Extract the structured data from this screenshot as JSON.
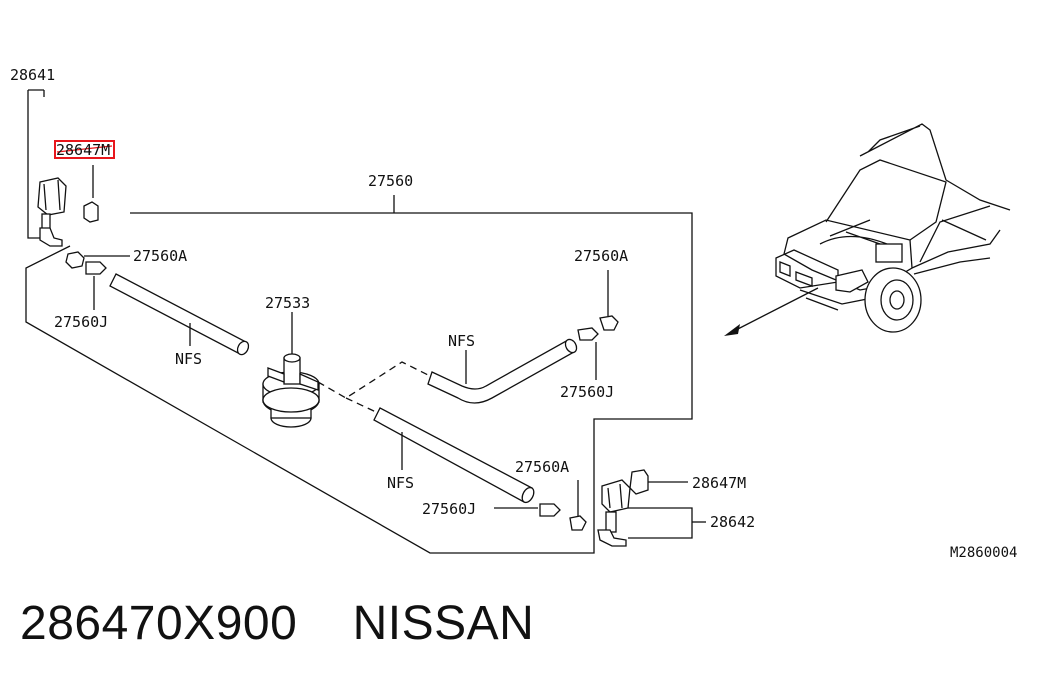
{
  "diagram": {
    "labels": {
      "l28641": "28641",
      "l28647m_top": "28647M",
      "l27560": "27560",
      "l27560a_left": "27560A",
      "l27560j_left": "27560J",
      "l_nfs_left": "NFS",
      "l27533": "27533",
      "l_nfs_mid": "NFS",
      "l27560a_right": "27560A",
      "l27560j_right": "27560J",
      "l_nfs_bottom": "NFS",
      "l27560a_bottom": "27560A",
      "l27560j_bottom": "27560J",
      "l28647m_bottom": "28647M",
      "l28642": "28642"
    },
    "code": "M2860004",
    "highlight_color": "#e8161c"
  },
  "footer": {
    "part_number": "286470X900",
    "brand": "NISSAN"
  }
}
